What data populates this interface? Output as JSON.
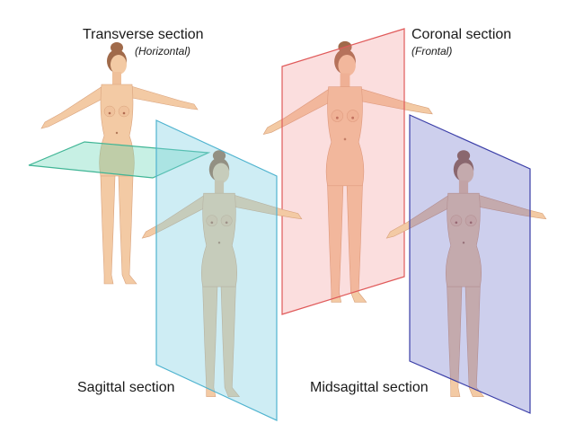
{
  "labels": {
    "transverse": {
      "title": "Transverse section",
      "subtitle": "(Horizontal)"
    },
    "coronal": {
      "title": "Coronal section",
      "subtitle": "(Frontal)"
    },
    "sagittal": {
      "title": "Sagittal section"
    },
    "midsagittal": {
      "title": "Midsagittal section"
    }
  },
  "colors": {
    "skin": "#f3caa4",
    "skin_shade": "#d9a27c",
    "hair": "#a06a4a",
    "transverse_plane": "#5fd3b3",
    "sagittal_plane": "#7fcfe3",
    "coronal_plane": "#f08a8a",
    "midsagittal_plane": "#5a5fc2"
  }
}
